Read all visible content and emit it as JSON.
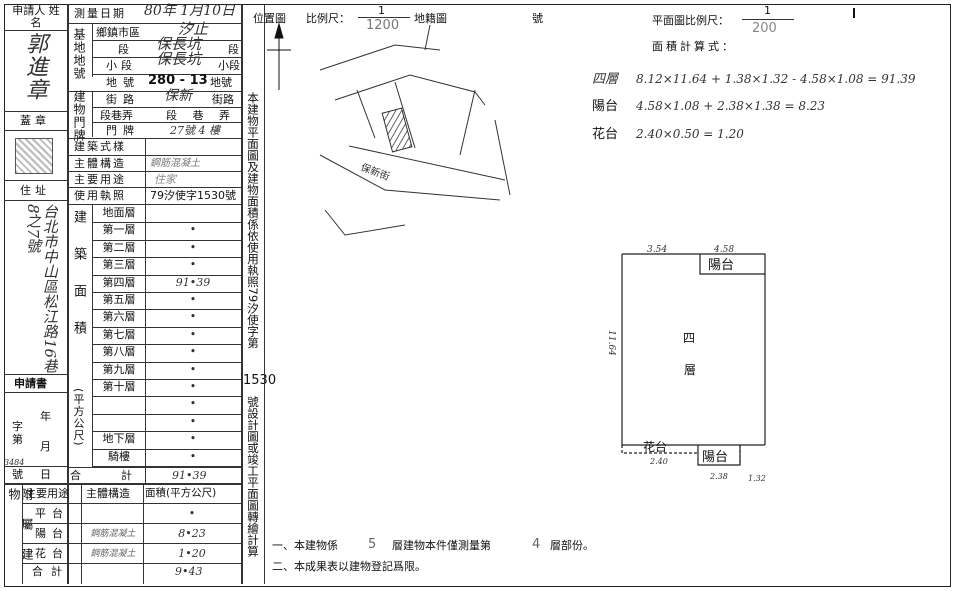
{
  "applicant": {
    "header": "申請人 姓名",
    "name": "郭進章",
    "seal_label": "蓋章",
    "address_label": "住址",
    "address": "台北市中山區松江路16巷8之7號"
  },
  "application": {
    "label": "申請書",
    "year_label": "年",
    "month_label": "月",
    "day_label": "日",
    "number_label": "號",
    "word_label": "字第",
    "stamp_number": "3484"
  },
  "survey": {
    "date_label": "測量日期",
    "date_value": "80年 1月10日",
    "district_label": "鄉鎮市區",
    "district_value": "汐止",
    "site_label": "基地地號",
    "section_label": "段",
    "section_value": "保長坑",
    "section_suffix": "段",
    "subsection_label": "小段",
    "subsection_value": "保長坑",
    "subsection_suffix": "小段",
    "landno_label": "地號",
    "landno_value": "280 - 13",
    "landno_suffix": "地號",
    "door_label": "建物門牌",
    "street_label": "街路",
    "street_value": "保新",
    "street_suffix": "街路",
    "lane_label": "段巷弄",
    "lane_value": "段 巷 弄",
    "plate_label": "門牌",
    "plate_value": "27號 4 樓",
    "style_label": "建築式樣",
    "structure_label": "主體構造",
    "structure_value": "鋼筋混凝土",
    "use_label": "主要用途",
    "use_value": "住家",
    "license_label": "使用執照",
    "license_value": "79汐使字1530號"
  },
  "floors": {
    "group_label": "建築面積",
    "unit_label": "(平方公尺)",
    "rows": [
      {
        "name": "地面層",
        "area": ""
      },
      {
        "name": "第一層",
        "area": "•"
      },
      {
        "name": "第二層",
        "area": "•"
      },
      {
        "name": "第三層",
        "area": "•"
      },
      {
        "name": "第四層",
        "area": "91•39"
      },
      {
        "name": "第五層",
        "area": "•"
      },
      {
        "name": "第六層",
        "area": "•"
      },
      {
        "name": "第七層",
        "area": "•"
      },
      {
        "name": "第八層",
        "area": "•"
      },
      {
        "name": "第九層",
        "area": "•"
      },
      {
        "name": "第十層",
        "area": "•"
      },
      {
        "name": "",
        "area": "•"
      },
      {
        "name": "",
        "area": "•"
      },
      {
        "name": "地下層",
        "area": "•"
      },
      {
        "name": "騎樓",
        "area": "•"
      }
    ],
    "total_label": "合計",
    "total_value": "91•39"
  },
  "annex": {
    "side_label": "附屬建物",
    "col_use": "主要用途",
    "col_struct": "主體構造",
    "col_area": "面積(平方公尺)",
    "rows": [
      {
        "use": "平台",
        "struct": "",
        "area": "•"
      },
      {
        "use": "陽台",
        "struct": "鋼筋混凝土",
        "area": "8•23"
      },
      {
        "use": "花台",
        "struct": "鋼筋混凝土",
        "area": "1•20"
      }
    ],
    "total_label": "合計",
    "total_value": "9•43"
  },
  "middle_note": {
    "text_top": "本建物平面圖及建物面積係依使用執照79汐使字第",
    "number": "1530",
    "text_bottom": "號設計圖或竣工平面圖轉繪計算"
  },
  "location": {
    "label": "位置圖",
    "scale_label": "比例尺：",
    "scale_num": "1",
    "scale_den": "1200",
    "cadastral_label": "地籍圖",
    "number_label": "號",
    "street_name": "保新街"
  },
  "plan": {
    "scale_label": "平面圖比例尺：",
    "scale_num": "1",
    "scale_den": "200",
    "calc_label": "面積計算式：",
    "calcs": [
      {
        "name": "四層",
        "formula": "8.12×11.64 + 1.38×1.32 - 4.58×1.08 = 91.39"
      },
      {
        "name": "陽台",
        "formula": "4.58×1.08 + 2.38×1.38 = 8.23"
      },
      {
        "name": "花台",
        "formula": "2.40×0.50 = 1.20"
      }
    ],
    "dim_top_left": "3.54",
    "dim_top_right": "4.58",
    "dim_side": "11.64",
    "dim_bottom_1": "2.40",
    "dim_bottom_2": "2.38",
    "dim_bottom_3": "1.32",
    "balcony_label": "陽台",
    "floor_label_1": "四",
    "floor_label_2": "層",
    "planter_label": "花台",
    "balcony_label_2": "陽台"
  },
  "notes": {
    "note1_prefix": "一、本建物係",
    "note1_floors": "5",
    "note1_mid": "層建物本件僅測量第",
    "note1_floor": "4",
    "note1_suffix": "層部份。",
    "note2": "二、本成果表以建物登記爲限。"
  }
}
